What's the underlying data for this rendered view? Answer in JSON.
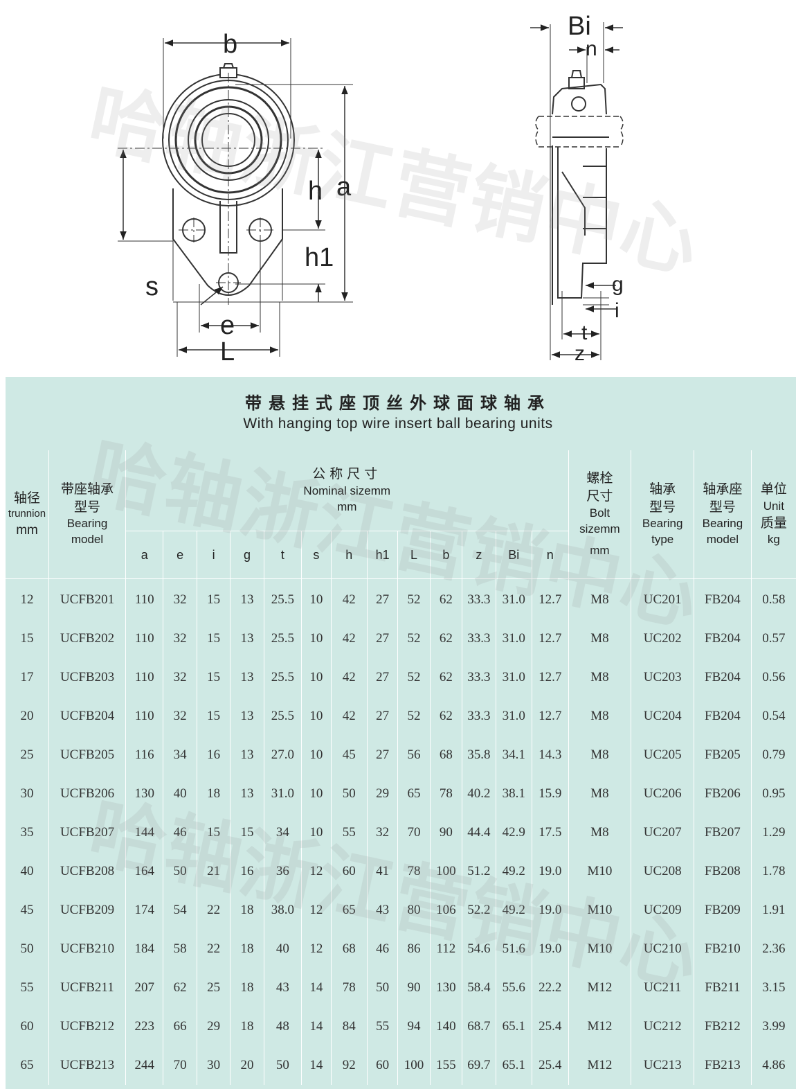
{
  "drawing": {
    "labels": {
      "b": "b",
      "a": "a",
      "h": "h",
      "h1": "h1",
      "s": "s",
      "e": "e",
      "L": "L",
      "Bi": "Bi",
      "n": "n",
      "g": "g",
      "i": "i",
      "t": "t",
      "z": "z"
    }
  },
  "watermark": "哈轴浙江营销中心",
  "title": {
    "cn": "带悬挂式座顶丝外球面球轴承",
    "en": "With hanging top wire insert ball bearing units"
  },
  "headers": {
    "trunnion": {
      "cn": "轴径",
      "en": "trunnion",
      "unit": "mm"
    },
    "bearing_model": {
      "cn1": "带座轴承",
      "cn2": "型号",
      "en1": "Bearing",
      "en2": "model"
    },
    "nominal": {
      "cn": "公称尺寸",
      "en": "Nominal sizemm",
      "unit": "mm"
    },
    "bolt": {
      "cn1": "螺栓",
      "cn2": "尺寸",
      "en1": "Bolt",
      "en2": "sizemm",
      "unit": "mm"
    },
    "bearing_type": {
      "cn1": "轴承",
      "cn2": "型号",
      "en1": "Bearing",
      "en2": "type"
    },
    "housing_model": {
      "cn1": "轴承座",
      "cn2": "型号",
      "en1": "Bearing",
      "en2": "model"
    },
    "weight": {
      "cn1": "单位",
      "en1": "Unit",
      "cn2": "质量",
      "unit": "kg"
    },
    "dims": [
      "a",
      "e",
      "i",
      "g",
      "t",
      "s",
      "h",
      "h1",
      "L",
      "b",
      "z",
      "Bi",
      "n"
    ]
  },
  "rows": [
    [
      "12",
      "UCFB201",
      "110",
      "32",
      "15",
      "13",
      "25.5",
      "10",
      "42",
      "27",
      "52",
      "62",
      "33.3",
      "31.0",
      "12.7",
      "M8",
      "UC201",
      "FB204",
      "0.58"
    ],
    [
      "15",
      "UCFB202",
      "110",
      "32",
      "15",
      "13",
      "25.5",
      "10",
      "42",
      "27",
      "52",
      "62",
      "33.3",
      "31.0",
      "12.7",
      "M8",
      "UC202",
      "FB204",
      "0.57"
    ],
    [
      "17",
      "UCFB203",
      "110",
      "32",
      "15",
      "13",
      "25.5",
      "10",
      "42",
      "27",
      "52",
      "62",
      "33.3",
      "31.0",
      "12.7",
      "M8",
      "UC203",
      "FB204",
      "0.56"
    ],
    [
      "20",
      "UCFB204",
      "110",
      "32",
      "15",
      "13",
      "25.5",
      "10",
      "42",
      "27",
      "52",
      "62",
      "33.3",
      "31.0",
      "12.7",
      "M8",
      "UC204",
      "FB204",
      "0.54"
    ],
    [
      "25",
      "UCFB205",
      "116",
      "34",
      "16",
      "13",
      "27.0",
      "10",
      "45",
      "27",
      "56",
      "68",
      "35.8",
      "34.1",
      "14.3",
      "M8",
      "UC205",
      "FB205",
      "0.79"
    ],
    [
      "30",
      "UCFB206",
      "130",
      "40",
      "18",
      "13",
      "31.0",
      "10",
      "50",
      "29",
      "65",
      "78",
      "40.2",
      "38.1",
      "15.9",
      "M8",
      "UC206",
      "FB206",
      "0.95"
    ],
    [
      "35",
      "UCFB207",
      "144",
      "46",
      "15",
      "15",
      "34",
      "10",
      "55",
      "32",
      "70",
      "90",
      "44.4",
      "42.9",
      "17.5",
      "M8",
      "UC207",
      "FB207",
      "1.29"
    ],
    [
      "40",
      "UCFB208",
      "164",
      "50",
      "21",
      "16",
      "36",
      "12",
      "60",
      "41",
      "78",
      "100",
      "51.2",
      "49.2",
      "19.0",
      "M10",
      "UC208",
      "FB208",
      "1.78"
    ],
    [
      "45",
      "UCFB209",
      "174",
      "54",
      "22",
      "18",
      "38.0",
      "12",
      "65",
      "43",
      "80",
      "106",
      "52.2",
      "49.2",
      "19.0",
      "M10",
      "UC209",
      "FB209",
      "1.91"
    ],
    [
      "50",
      "UCFB210",
      "184",
      "58",
      "22",
      "18",
      "40",
      "12",
      "68",
      "46",
      "86",
      "112",
      "54.6",
      "51.6",
      "19.0",
      "M10",
      "UC210",
      "FB210",
      "2.36"
    ],
    [
      "55",
      "UCFB211",
      "207",
      "62",
      "25",
      "18",
      "43",
      "14",
      "78",
      "50",
      "90",
      "130",
      "58.4",
      "55.6",
      "22.2",
      "M12",
      "UC211",
      "FB211",
      "3.15"
    ],
    [
      "60",
      "UCFB212",
      "223",
      "66",
      "29",
      "18",
      "48",
      "14",
      "84",
      "55",
      "94",
      "140",
      "68.7",
      "65.1",
      "25.4",
      "M12",
      "UC212",
      "FB212",
      "3.99"
    ],
    [
      "65",
      "UCFB213",
      "244",
      "70",
      "30",
      "20",
      "50",
      "14",
      "92",
      "60",
      "100",
      "155",
      "69.7",
      "65.1",
      "25.4",
      "M12",
      "UC213",
      "FB213",
      "4.86"
    ]
  ]
}
